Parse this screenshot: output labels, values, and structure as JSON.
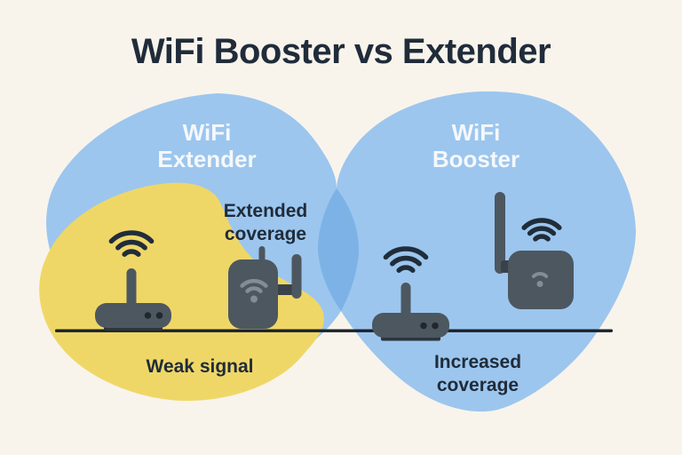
{
  "title": "WiFi Booster vs Extender",
  "venn": {
    "left_zone_label": {
      "line1": "WiFi",
      "line2": "Extender"
    },
    "right_zone_label": {
      "line1": "WiFi",
      "line2": "Booster"
    },
    "annotations": {
      "extended_coverage": {
        "line1": "Extended",
        "line2": "coverage"
      },
      "weak_signal": "Weak signal",
      "increased_coverage": {
        "line1": "Increased",
        "line2": "coverage"
      }
    }
  },
  "icons": {
    "left_device": "wifi-router-icon",
    "middle_device": "wifi-extender-device-icon",
    "right_device": "wifi-router-icon",
    "far_right_device": "wifi-booster-device-icon",
    "signals": "wifi-signal-icon"
  },
  "colors": {
    "background": "#f8f4ec",
    "coverage_blue": "#9cc6ee",
    "overlap_blue": "#7db2e6",
    "signal_yellow": "#efd767",
    "ink_dark": "#202c3a",
    "device_gray": "#4d5760",
    "label_white": "#f5f8fb"
  }
}
